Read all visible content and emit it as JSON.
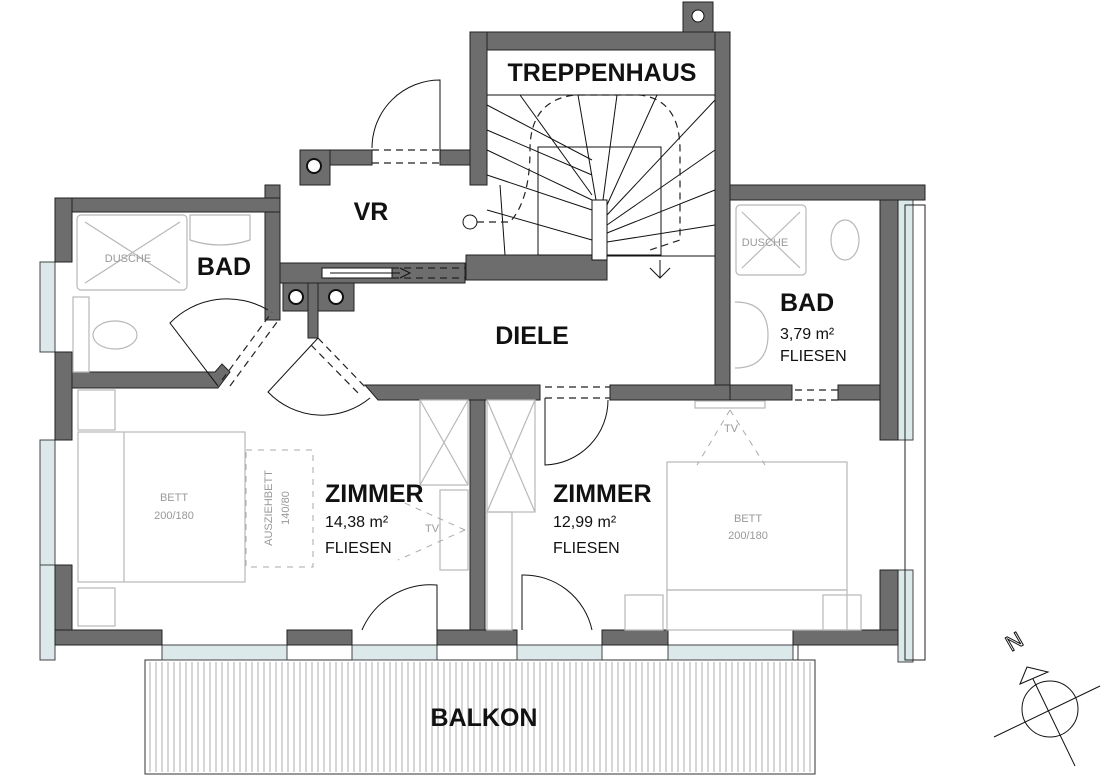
{
  "rooms": {
    "treppenhaus": {
      "name": "TREPPENHAUS"
    },
    "vr": {
      "name": "VR"
    },
    "bad_left": {
      "name": "BAD"
    },
    "diele": {
      "name": "DIELE"
    },
    "bad_right": {
      "name": "BAD",
      "area": "3,79 m²",
      "floor": "FLIESEN"
    },
    "zimmer_left": {
      "name": "ZIMMER",
      "area": "14,38 m²",
      "floor": "FLIESEN"
    },
    "zimmer_right": {
      "name": "ZIMMER",
      "area": "12,99 m²",
      "floor": "FLIESEN"
    },
    "balkon": {
      "name": "BALKON"
    }
  },
  "furniture": {
    "shower_left": "DUSCHE",
    "shower_right": "DUSCHE",
    "bed_left": {
      "label": "BETT",
      "size": "200/180"
    },
    "bed_right": {
      "label": "BETT",
      "size": "200/180"
    },
    "pullout_bed": {
      "label": "AUSZIEHBETT",
      "size": "140/80"
    },
    "tv_left": "TV",
    "tv_right": "TV"
  },
  "compass": {
    "label": "N"
  },
  "colors": {
    "wall": "#6d6d6d",
    "window": "#dce9ea"
  }
}
